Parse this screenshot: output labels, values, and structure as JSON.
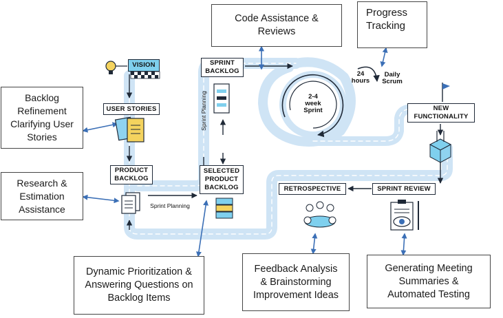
{
  "stages": {
    "vision": "VISION",
    "user_stories": "USER STORIES",
    "product_backlog": "PRODUCT\nBACKLOG",
    "selected_product_backlog": "SELECTED\nPRODUCT\nBACKLOG",
    "sprint_backlog": "SPRINT\nBACKLOG",
    "new_functionality": "NEW\nFUNCTIONALITY",
    "sprint_review": "SPRINT REVIEW",
    "retrospective": "RETROSPECTIVE"
  },
  "path_labels": {
    "sprint_planning_horizontal": "Sprint Planning",
    "sprint_planning_vertical": "Sprint Planning",
    "sprint_cycle": "2-4\nweek\nSprint",
    "daily_cycle": "24\nhours",
    "daily_scrum": "Daily\nScrum"
  },
  "callouts": {
    "code_assistance": "Code Assistance &\nReviews",
    "progress_tracking": "Progress\nTracking",
    "backlog_refinement": "Backlog\nRefinement\nClarifying User\nStories",
    "research_estimation": "Research &\nEstimation\nAssistance",
    "dynamic_prioritization": "Dynamic Prioritization &\nAnswering Questions on\nBacklog Items",
    "feedback_analysis": "Feedback Analysis\n& Brainstorming\nImprovement Ideas",
    "meeting_summaries": "Generating Meeting\nSummaries &\nAutomated Testing"
  },
  "colors": {
    "road": "#cfe4f5",
    "road_dash": "#ffffff",
    "arrow_blue": "#3b6fb6",
    "dark": "#1f2937",
    "accent": "#7fd0ee",
    "doc_yellow": "#f4d35e",
    "doc_blue": "#8fd3f0"
  },
  "icons": [
    "lightbulb-icon",
    "checkered-flag-banner-icon",
    "user-stories-document-icon",
    "backlog-pages-icon",
    "sprint-backlog-list-icon",
    "stacked-blocks-icon",
    "flag-icon",
    "open-box-icon",
    "team-meeting-icon",
    "clipboard-eye-icon"
  ]
}
